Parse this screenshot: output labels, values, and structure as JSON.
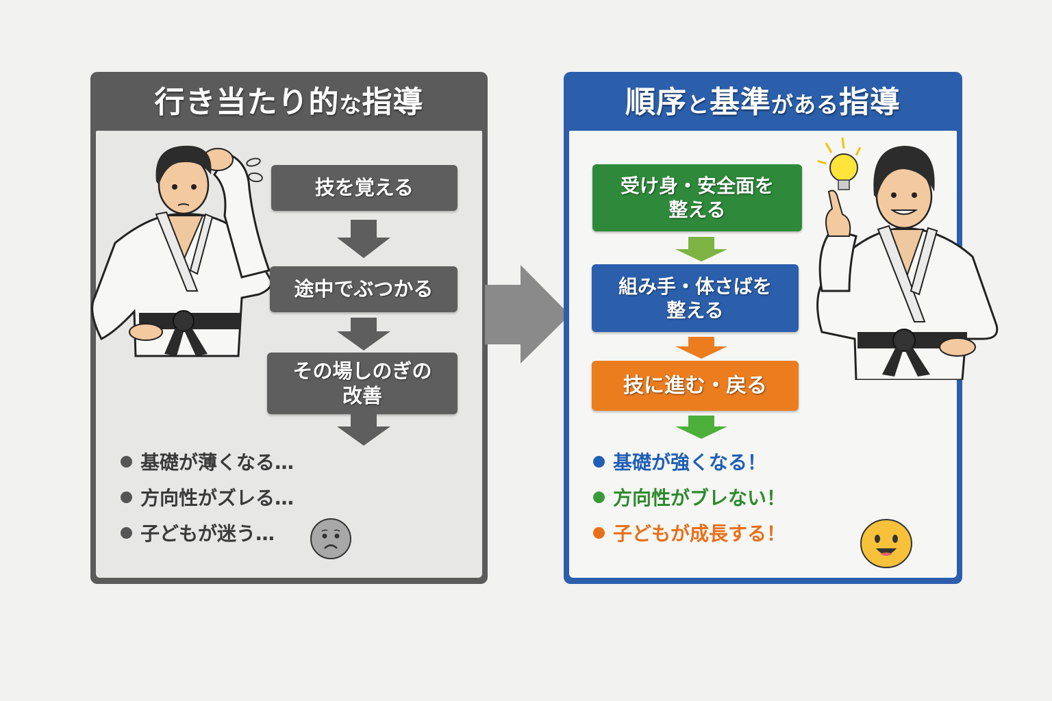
{
  "left_panel": {
    "title_part1": "行き当たり的",
    "title_small": "な",
    "title_part2": "指導",
    "colors": {
      "header": "#5b5b5b",
      "body": "#e7e7e5",
      "step": "#5e5e5e",
      "arrow": "#5e5e5e"
    },
    "steps": [
      {
        "label": "技を覚える"
      },
      {
        "label": "途中でぶつかる"
      },
      {
        "label": "その場しのぎの\n改善"
      }
    ],
    "outcomes": [
      {
        "text": "基礎が薄くなる…",
        "color": "#3a3a3a"
      },
      {
        "text": "方向性がズレる…",
        "color": "#3a3a3a"
      },
      {
        "text": "子どもが迷う…",
        "color": "#3a3a3a"
      }
    ],
    "figure": "confused-judoka-scratching-head",
    "emoji": "sad-face"
  },
  "transition_arrow": {
    "color": "#8a8a8a",
    "direction": "right"
  },
  "right_panel": {
    "title_part1": "順序",
    "title_small1": "と",
    "title_part2": "基準",
    "title_small2": "がある",
    "title_part3": "指導",
    "colors": {
      "header": "#2b5fab",
      "body": "#f6f6f4"
    },
    "steps": [
      {
        "label": "受け身・安全面を\n整える",
        "color": "#2e8a3a"
      },
      {
        "label": "組み手・体さばを\n整える",
        "color": "#2b5fab"
      },
      {
        "label": "技に進む・戻る",
        "color": "#eb7d1e"
      }
    ],
    "arrows": [
      "#7cb342",
      "#eb7d1e",
      "#4caf3a"
    ],
    "outcomes": [
      {
        "text": "基礎が強くなる！",
        "color": "#1f5fb5"
      },
      {
        "text": "方向性がブレない！",
        "color": "#2e8a2e"
      },
      {
        "text": "子どもが成長する！",
        "color": "#e8701a"
      }
    ],
    "figure": "smiling-judoka-pointing-up-with-lightbulb",
    "emoji": "happy-face"
  }
}
